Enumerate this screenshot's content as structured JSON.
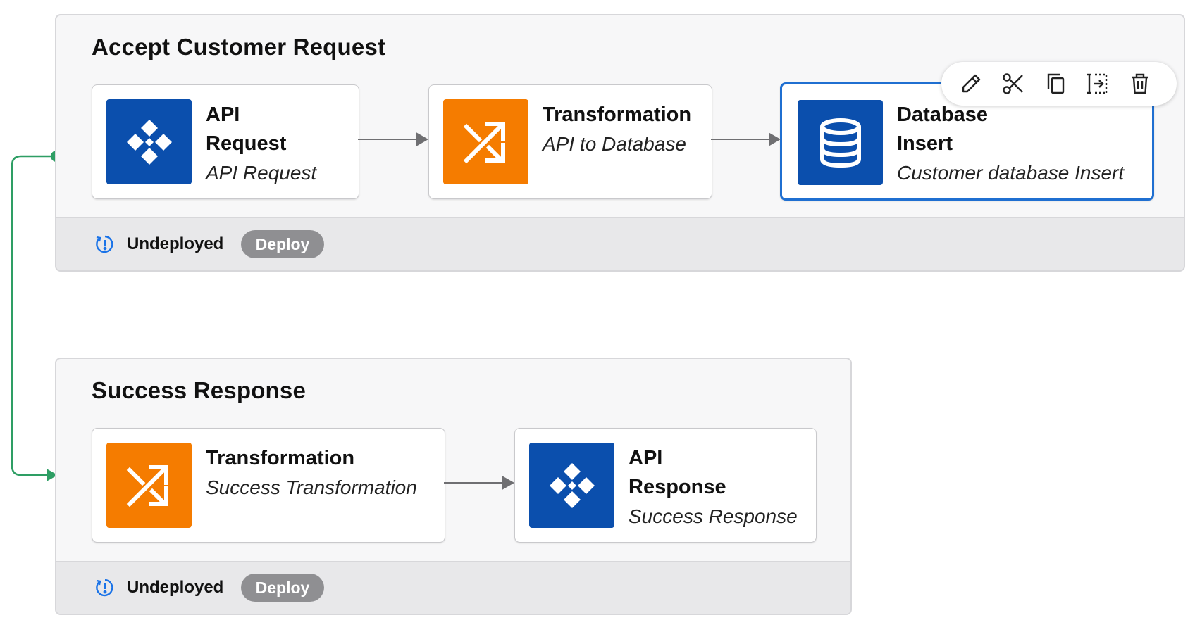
{
  "flows": [
    {
      "title": "Accept Customer Request",
      "status": "Undeployed",
      "deploy_label": "Deploy",
      "nodes": [
        {
          "name_line1": "API",
          "name_line2": "Request",
          "description": "API Request",
          "icon": "api-icon"
        },
        {
          "name_line1": "Transformation",
          "name_line2": "",
          "description": "API to Database",
          "icon": "transformation-icon"
        },
        {
          "name_line1": "Database",
          "name_line2": "Insert",
          "description": "Customer database Insert",
          "icon": "database-icon"
        }
      ]
    },
    {
      "title": "Success Response",
      "status": "Undeployed",
      "deploy_label": "Deploy",
      "nodes": [
        {
          "name_line1": "Transformation",
          "name_line2": "",
          "description": "Success Transformation",
          "icon": "transformation-icon"
        },
        {
          "name_line1": "API",
          "name_line2": "Response",
          "description": "Success Response",
          "icon": "api-icon"
        }
      ]
    }
  ],
  "node_toolbar": {
    "actions": [
      "edit-icon",
      "cut-icon",
      "copy-icon",
      "insert-icon",
      "delete-icon"
    ]
  },
  "colors": {
    "api_blue": "#0b4fad",
    "transform_orange": "#f57c00",
    "selection_blue": "#1f6fd1",
    "connector_green": "#2e9e64",
    "status_icon_blue": "#1a73e8",
    "deploy_gray": "#8f8f92"
  }
}
